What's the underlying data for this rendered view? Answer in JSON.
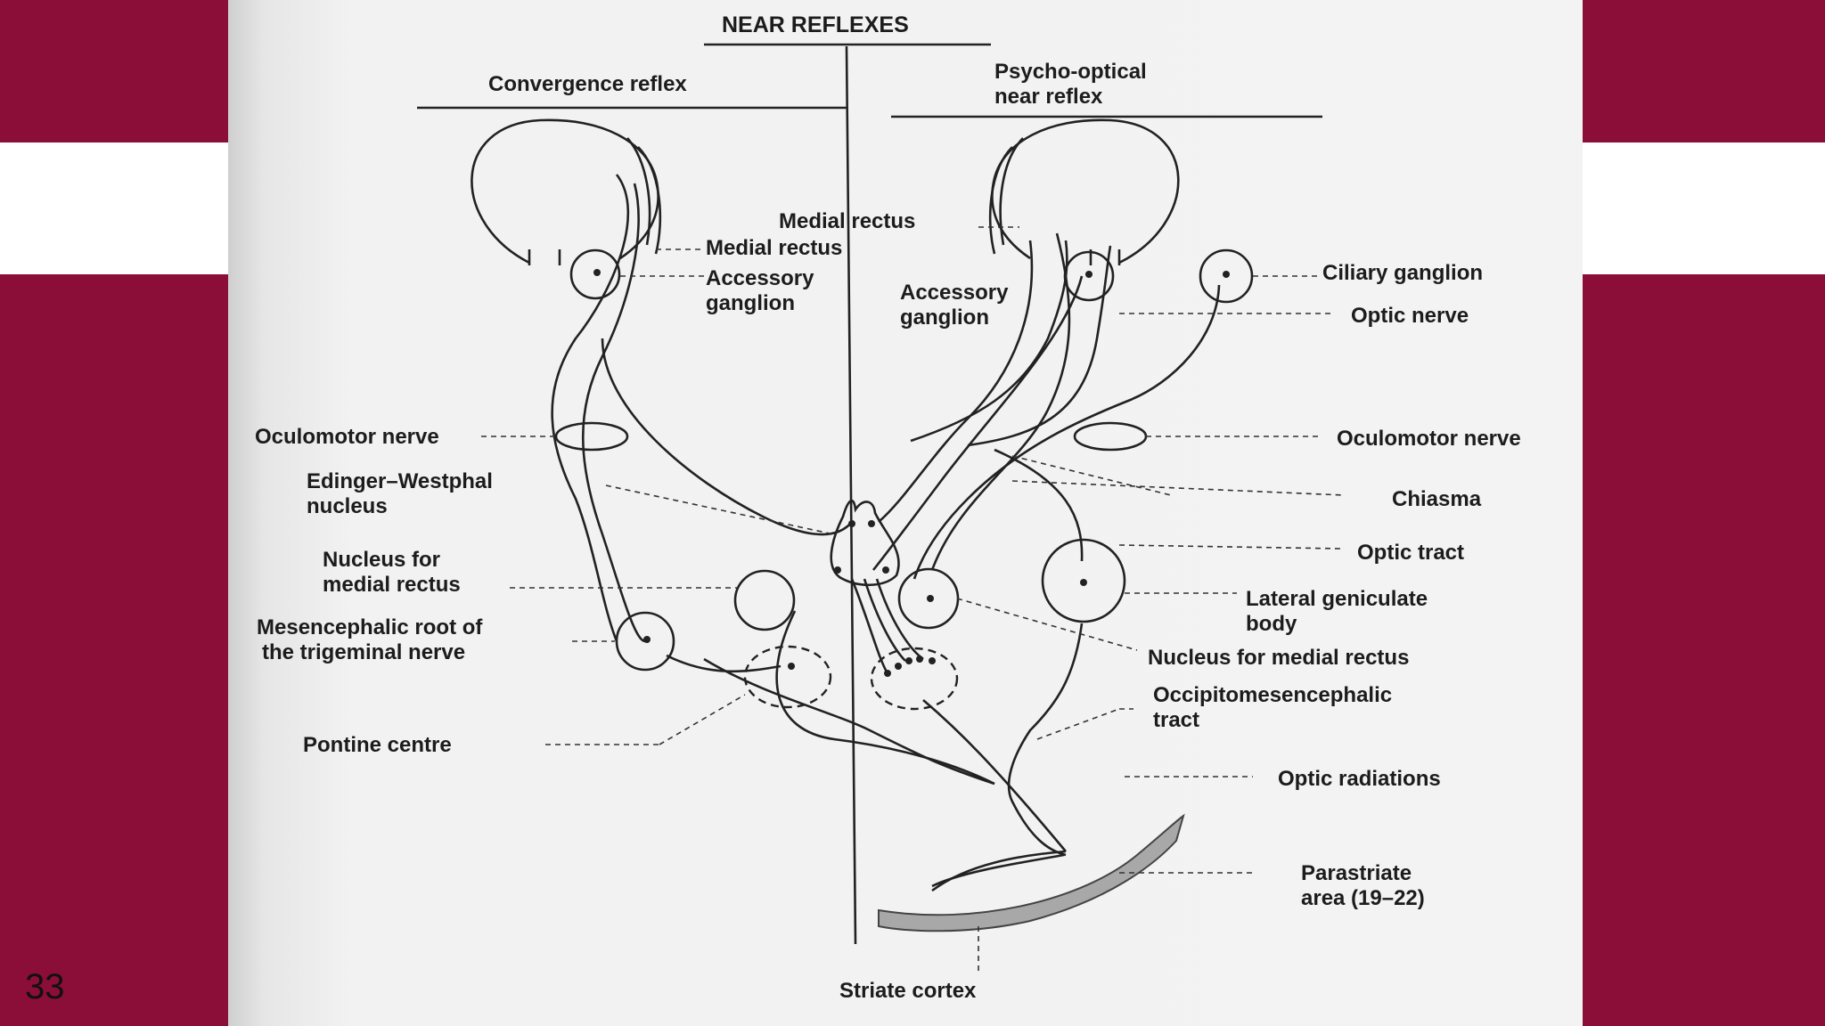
{
  "slide": {
    "number": "33"
  },
  "diagram": {
    "title": "NEAR REFLEXES",
    "left_heading": "Convergence  reflex",
    "right_heading_line1": "Psycho-optical",
    "right_heading_line2": "near reflex",
    "labels": {
      "medial_rectus_center": "Medial rectus",
      "medial_rectus_left": "Medial rectus",
      "accessory_left_1": "Accessory",
      "accessory_left_2": "ganglion",
      "accessory_right_1": "Accessory",
      "accessory_right_2": "ganglion",
      "ciliary_ganglion": "Ciliary ganglion",
      "optic_nerve": "Optic nerve",
      "oculomotor_left": "Oculomotor nerve",
      "oculomotor_right": "Oculomotor nerve",
      "edinger_1": "Edinger–Westphal",
      "edinger_2": "nucleus",
      "chiasma": "Chiasma",
      "optic_tract": "Optic tract",
      "nucleus_medial_left_1": "Nucleus for",
      "nucleus_medial_left_2": "medial rectus",
      "lgb_1": "Lateral geniculate",
      "lgb_2": "body",
      "mesencephalic_1": "Mesencephalic root of",
      "mesencephalic_2": "the trigeminal nerve",
      "nucleus_medial_right": "Nucleus for medial rectus",
      "occipito_1": "Occipitomesencephalic",
      "occipito_2": "tract",
      "pontine": "Pontine centre",
      "optic_radiations": "Optic radiations",
      "parastriate_1": "Parastriate",
      "parastriate_2": "area (19–22)",
      "striate": "Striate cortex"
    }
  }
}
